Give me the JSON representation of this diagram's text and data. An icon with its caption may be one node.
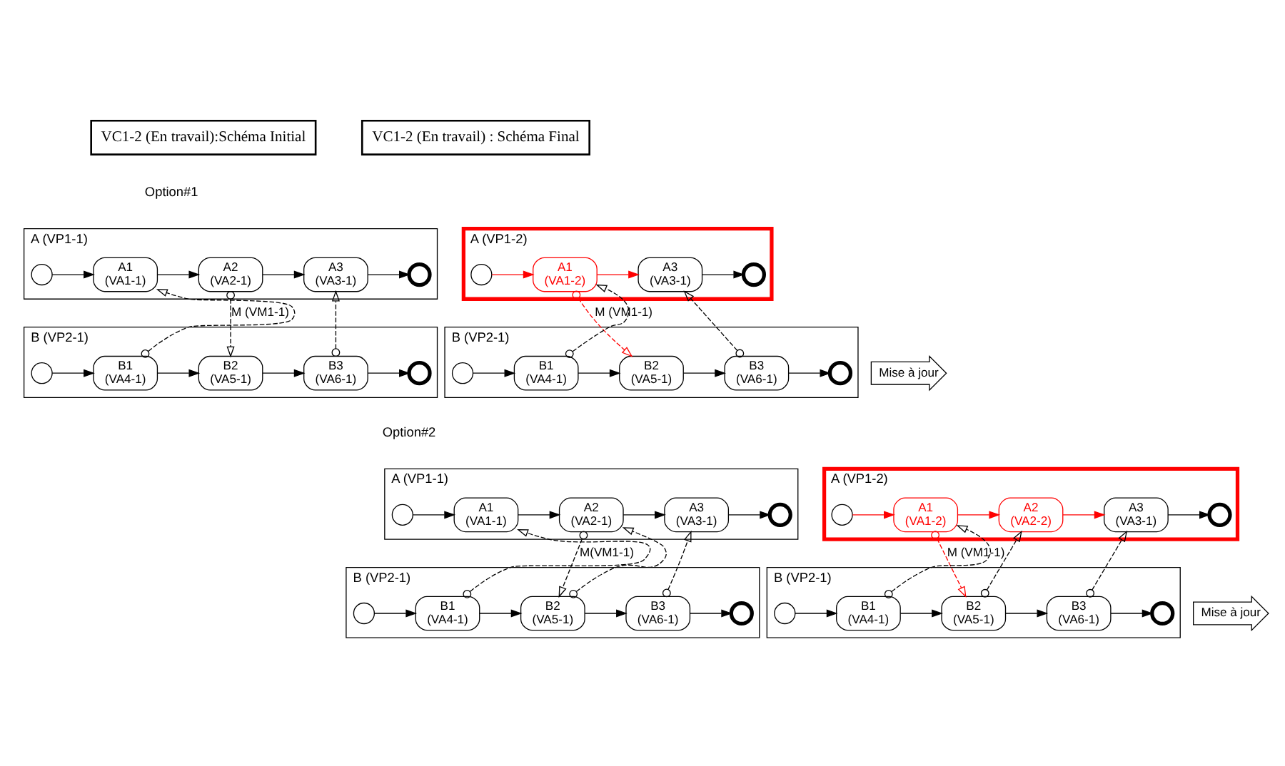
{
  "diagram": {
    "nodes": [
      {
        "text": [
          "VC1-2 (En travail):Schéma Initial"
        ]
      },
      {
        "text": [
          "VC1-2 (En travail) : Schéma Final"
        ]
      },
      {
        "text": [
          "A (VP1-1)"
        ]
      },
      {
        "text": [],
        "shape": "circle",
        "in": 2
      },
      {
        "text": [
          "A1",
          "(VA1-1)"
        ],
        "in": 2
      },
      {
        "text": [
          "A2",
          "(VA2-1)"
        ],
        "in": 2
      },
      {
        "text": [
          "A3",
          "(VA3-1)"
        ],
        "in": 2
      },
      {
        "text": [],
        "shape": "circle",
        "in": 2
      },
      {
        "text": [
          "B (VP2-1)"
        ]
      },
      {
        "text": [],
        "shape": "circle",
        "in": 8
      },
      {
        "text": [
          "B1",
          "(VA4-1)"
        ],
        "in": 8
      },
      {
        "text": [
          "B2",
          "(VA5-1)"
        ],
        "in": 8
      },
      {
        "text": [
          "B3",
          "(VA6-1)"
        ],
        "in": 8
      },
      {
        "text": [],
        "shape": "circle",
        "in": 8
      },
      {
        "text": [
          "Mise à jour"
        ]
      },
      {
        "text": [
          "A (VP1-2)"
        ]
      },
      {
        "text": [],
        "shape": "circle",
        "in": 15
      },
      {
        "text": [
          "A1",
          "(VA1-2)"
        ],
        "in": 15
      },
      {
        "text": [
          "A3",
          "(VA3-1)"
        ],
        "in": 15
      },
      {
        "text": [],
        "shape": "circle",
        "in": 15
      },
      {
        "text": [
          "B (VP2-1)"
        ]
      },
      {
        "text": [],
        "shape": "circle",
        "in": 20
      },
      {
        "text": [
          "B1",
          "(VA4-1)"
        ],
        "in": 20
      },
      {
        "text": [
          "B2",
          "(VA5-1)"
        ],
        "in": 20
      },
      {
        "text": [
          "B3",
          "(VA6-1)"
        ],
        "in": 20
      },
      {
        "text": [],
        "shape": "circle",
        "in": 20
      },
      {
        "text": [
          "A (VP1-1)"
        ]
      },
      {
        "text": [],
        "shape": "circle",
        "in": 26
      },
      {
        "text": [
          "A1",
          "(VA1-1)"
        ],
        "in": 26
      },
      {
        "text": [
          "A2",
          "(VA2-1)"
        ],
        "in": 26
      },
      {
        "text": [
          "A3",
          "(VA3-1)"
        ],
        "in": 26
      },
      {
        "text": [],
        "shape": "circle",
        "in": 26
      },
      {
        "text": [
          "B (VP2-1)"
        ]
      },
      {
        "text": [],
        "shape": "circle",
        "in": 32
      },
      {
        "text": [
          "B1",
          "(VA4-1)"
        ],
        "in": 32
      },
      {
        "text": [
          "B2",
          "(VA5-1)"
        ],
        "in": 32
      },
      {
        "text": [
          "B3",
          "(VA6-1)"
        ],
        "in": 32
      },
      {
        "text": [],
        "shape": "circle",
        "in": 32
      },
      {
        "text": [
          "Mise à jour"
        ]
      },
      {
        "text": [
          "A (VP1-2)"
        ]
      },
      {
        "text": [],
        "shape": "circle",
        "in": 39
      },
      {
        "text": [
          "A1",
          "(VA1-2)"
        ],
        "in": 39
      },
      {
        "text": [
          "A2",
          "(VA2-2)"
        ],
        "in": 39
      },
      {
        "text": [
          "A3",
          "(VA3-1)"
        ],
        "in": 39
      },
      {
        "text": [],
        "shape": "circle",
        "in": 39
      },
      {
        "text": [
          "B (VP2-1)"
        ]
      },
      {
        "text": [],
        "shape": "circle",
        "in": 45
      },
      {
        "text": [
          "B1",
          "(VA4-1)"
        ],
        "in": 45
      },
      {
        "text": [
          "B2",
          "(VA5-1)"
        ],
        "in": 45
      },
      {
        "text": [
          "B3",
          "(VA6-1)"
        ],
        "in": 45
      },
      {
        "text": [],
        "shape": "circle",
        "in": 45
      }
    ],
    "edges": [
      {
        "from": 3,
        "to": 4,
        "arrow": "to"
      },
      {
        "from": 4,
        "to": 5,
        "arrow": "to"
      },
      {
        "from": 5,
        "to": 6,
        "arrow": "to"
      },
      {
        "from": 6,
        "to": 7,
        "arrow": "to"
      },
      {
        "from": 9,
        "to": 10,
        "arrow": "to"
      },
      {
        "from": 10,
        "to": 11,
        "arrow": "to"
      },
      {
        "from": 11,
        "to": 12,
        "arrow": "to"
      },
      {
        "from": 12,
        "to": 13,
        "arrow": "to"
      },
      {
        "from": 10,
        "to": 4,
        "arrow": "to",
        "style": "dashed"
      },
      {
        "from": 5,
        "to": 11,
        "arrow": "to",
        "style": "dashed",
        "label": "M (VM1-1)"
      },
      {
        "from": 12,
        "to": 6,
        "arrow": "to",
        "style": "dashed"
      },
      {
        "from": 16,
        "to": 17,
        "arrow": "to",
        "color": "#ff0000"
      },
      {
        "from": 17,
        "to": 18,
        "arrow": "to",
        "color": "#ff0000"
      },
      {
        "from": 18,
        "to": 19,
        "arrow": "to"
      },
      {
        "from": 21,
        "to": 22,
        "arrow": "to"
      },
      {
        "from": 22,
        "to": 23,
        "arrow": "to"
      },
      {
        "from": 23,
        "to": 24,
        "arrow": "to"
      },
      {
        "from": 24,
        "to": 25,
        "arrow": "to"
      },
      {
        "from": 22,
        "to": 17,
        "arrow": "to",
        "style": "dashed"
      },
      {
        "from": 17,
        "to": 23,
        "arrow": "to",
        "style": "dashed",
        "color": "#ff0000",
        "label": "M (VM1-1)"
      },
      {
        "from": 24,
        "to": 18,
        "arrow": "to",
        "style": "dashed"
      },
      {
        "from": 27,
        "to": 28,
        "arrow": "to"
      },
      {
        "from": 28,
        "to": 29,
        "arrow": "to"
      },
      {
        "from": 29,
        "to": 30,
        "arrow": "to"
      },
      {
        "from": 30,
        "to": 31,
        "arrow": "to"
      },
      {
        "from": 33,
        "to": 34,
        "arrow": "to"
      },
      {
        "from": 34,
        "to": 35,
        "arrow": "to"
      },
      {
        "from": 35,
        "to": 36,
        "arrow": "to"
      },
      {
        "from": 36,
        "to": 37,
        "arrow": "to"
      },
      {
        "from": 34,
        "to": 28,
        "arrow": "to",
        "style": "dashed"
      },
      {
        "from": 29,
        "to": 35,
        "arrow": "to",
        "style": "dashed",
        "label": "M(VM1-1)"
      },
      {
        "from": 35,
        "to": 29,
        "arrow": "to",
        "style": "dashed"
      },
      {
        "from": 36,
        "to": 30,
        "arrow": "to",
        "style": "dashed"
      },
      {
        "from": 40,
        "to": 41,
        "arrow": "to",
        "color": "#ff0000"
      },
      {
        "from": 41,
        "to": 42,
        "arrow": "to",
        "color": "#ff0000"
      },
      {
        "from": 42,
        "to": 43,
        "arrow": "to",
        "color": "#ff0000"
      },
      {
        "from": 43,
        "to": 44,
        "arrow": "to"
      },
      {
        "from": 46,
        "to": 47,
        "arrow": "to"
      },
      {
        "from": 47,
        "to": 48,
        "arrow": "to"
      },
      {
        "from": 48,
        "to": 49,
        "arrow": "to"
      },
      {
        "from": 49,
        "to": 50,
        "arrow": "to"
      },
      {
        "from": 47,
        "to": 41,
        "arrow": "to",
        "style": "dashed"
      },
      {
        "from": 41,
        "to": 48,
        "arrow": "to",
        "style": "dashed",
        "color": "#ff0000",
        "label": "M (VM1-1)"
      },
      {
        "from": 48,
        "to": 42,
        "arrow": "to",
        "style": "dashed"
      },
      {
        "from": 49,
        "to": 43,
        "arrow": "to",
        "style": "dashed"
      }
    ],
    "labels": [
      "Option#1",
      "Option#2"
    ]
  }
}
